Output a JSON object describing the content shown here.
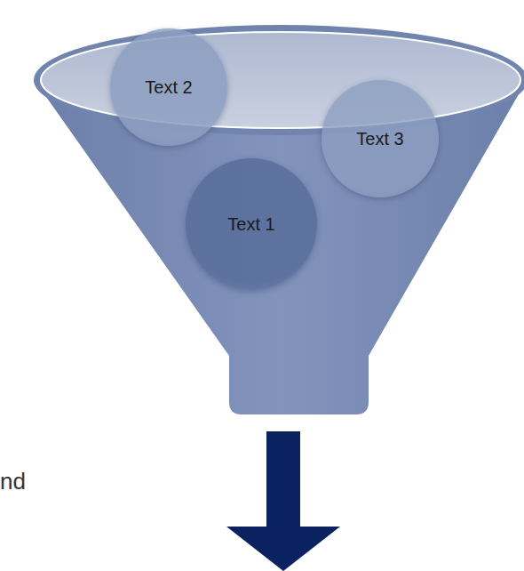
{
  "diagram": {
    "nodes": [
      {
        "text": [
          "Text 2"
        ]
      },
      {
        "text": [
          "Text 3"
        ]
      },
      {
        "text": [
          "Text 1"
        ]
      }
    ],
    "labels": [
      "nd"
    ]
  }
}
